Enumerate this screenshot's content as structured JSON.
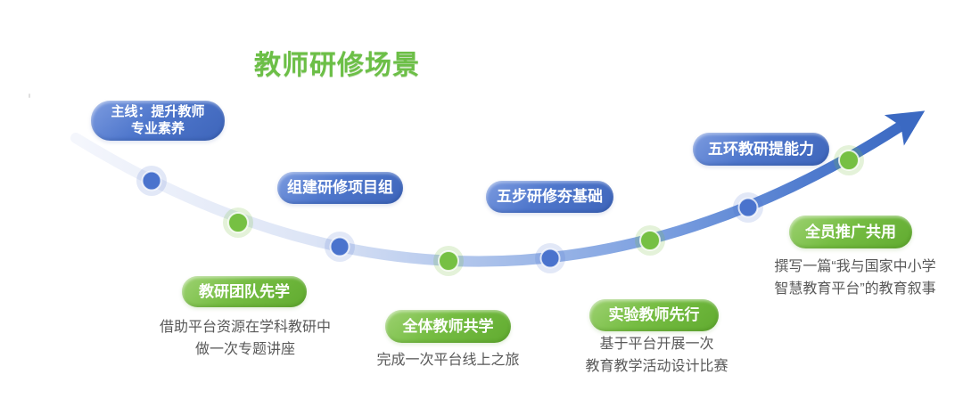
{
  "title": "教师研修场景",
  "main_pill": {
    "label": "主线：提升教师\n专业素养"
  },
  "steps": [
    {
      "label": "教研团队先学",
      "desc": "借助平台资源在学科教研中\n做一次专题讲座"
    },
    {
      "label": "组建研修项目组"
    },
    {
      "label": "全体教师共学",
      "desc": "完成一次平台线上之旅"
    },
    {
      "label": "五步研修夯基础"
    },
    {
      "label": "实验教师先行",
      "desc": "基于平台开展一次\n教育教学活动设计比赛"
    },
    {
      "label": "五环教研提能力"
    },
    {
      "label": "全员推广共用",
      "desc": "撰写一篇“我与国家中小学\n智慧教育平台”的教育叙事"
    }
  ],
  "colors": {
    "blue_pill": "#4a72c8",
    "green_pill": "#72bb3f",
    "title_green": "#6cbf47",
    "desc_text": "#595959",
    "curve_start": "#f4f6fc",
    "curve_mid": "#a9c0ea",
    "curve_end": "#3b69c2",
    "blue_dot": "#4a73cd",
    "green_dot": "#76c043"
  }
}
